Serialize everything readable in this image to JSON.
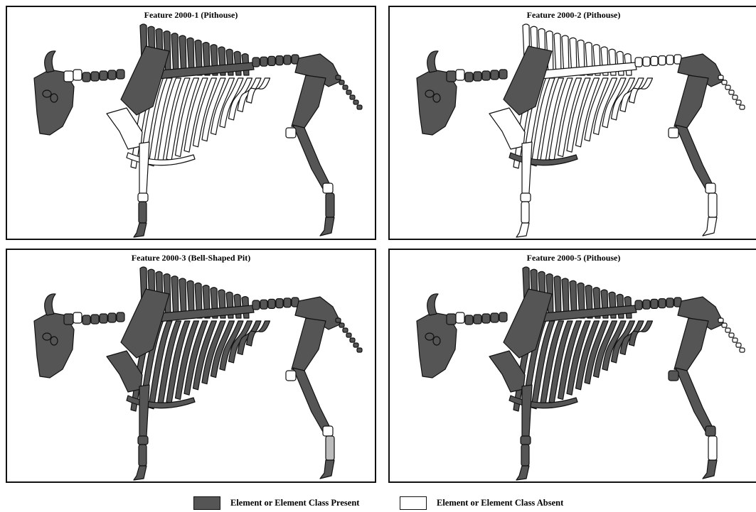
{
  "colors": {
    "present": "#555555",
    "absent": "#ffffff",
    "partial": "#bcbcbc",
    "outline": "#111111"
  },
  "panels": [
    {
      "title": "Feature 2000-1 (Pithouse)",
      "absent_elements": [
        "atlas",
        "axis",
        "ribs",
        "sternum",
        "humerus",
        "radius-ulna",
        "carpals",
        "tarsals"
      ]
    },
    {
      "title": "Feature 2000-2 (Pithouse)",
      "absent_elements": [
        "axis",
        "thoracic-vertebrae",
        "lumbar-vertebrae",
        "caudal-vertebrae",
        "ribs",
        "humerus",
        "radius-ulna",
        "carpals",
        "fore-metapodial",
        "fore-phalanges",
        "tarsals",
        "hind-metapodial",
        "hind-phalanges"
      ]
    },
    {
      "title": "Feature 2000-3 (Bell-Shaped Pit)",
      "absent_elements": [
        "axis",
        "tarsals"
      ],
      "partial_elements": [
        "hind-metapodial"
      ]
    },
    {
      "title": "Feature 2000-5 (Pithouse)",
      "absent_elements": [
        "axis",
        "caudal-vertebrae",
        "hind-metapodial"
      ]
    }
  ],
  "legend": {
    "present_label": "Element or Element Class Present",
    "absent_label": "Element or Element Class Absent"
  }
}
